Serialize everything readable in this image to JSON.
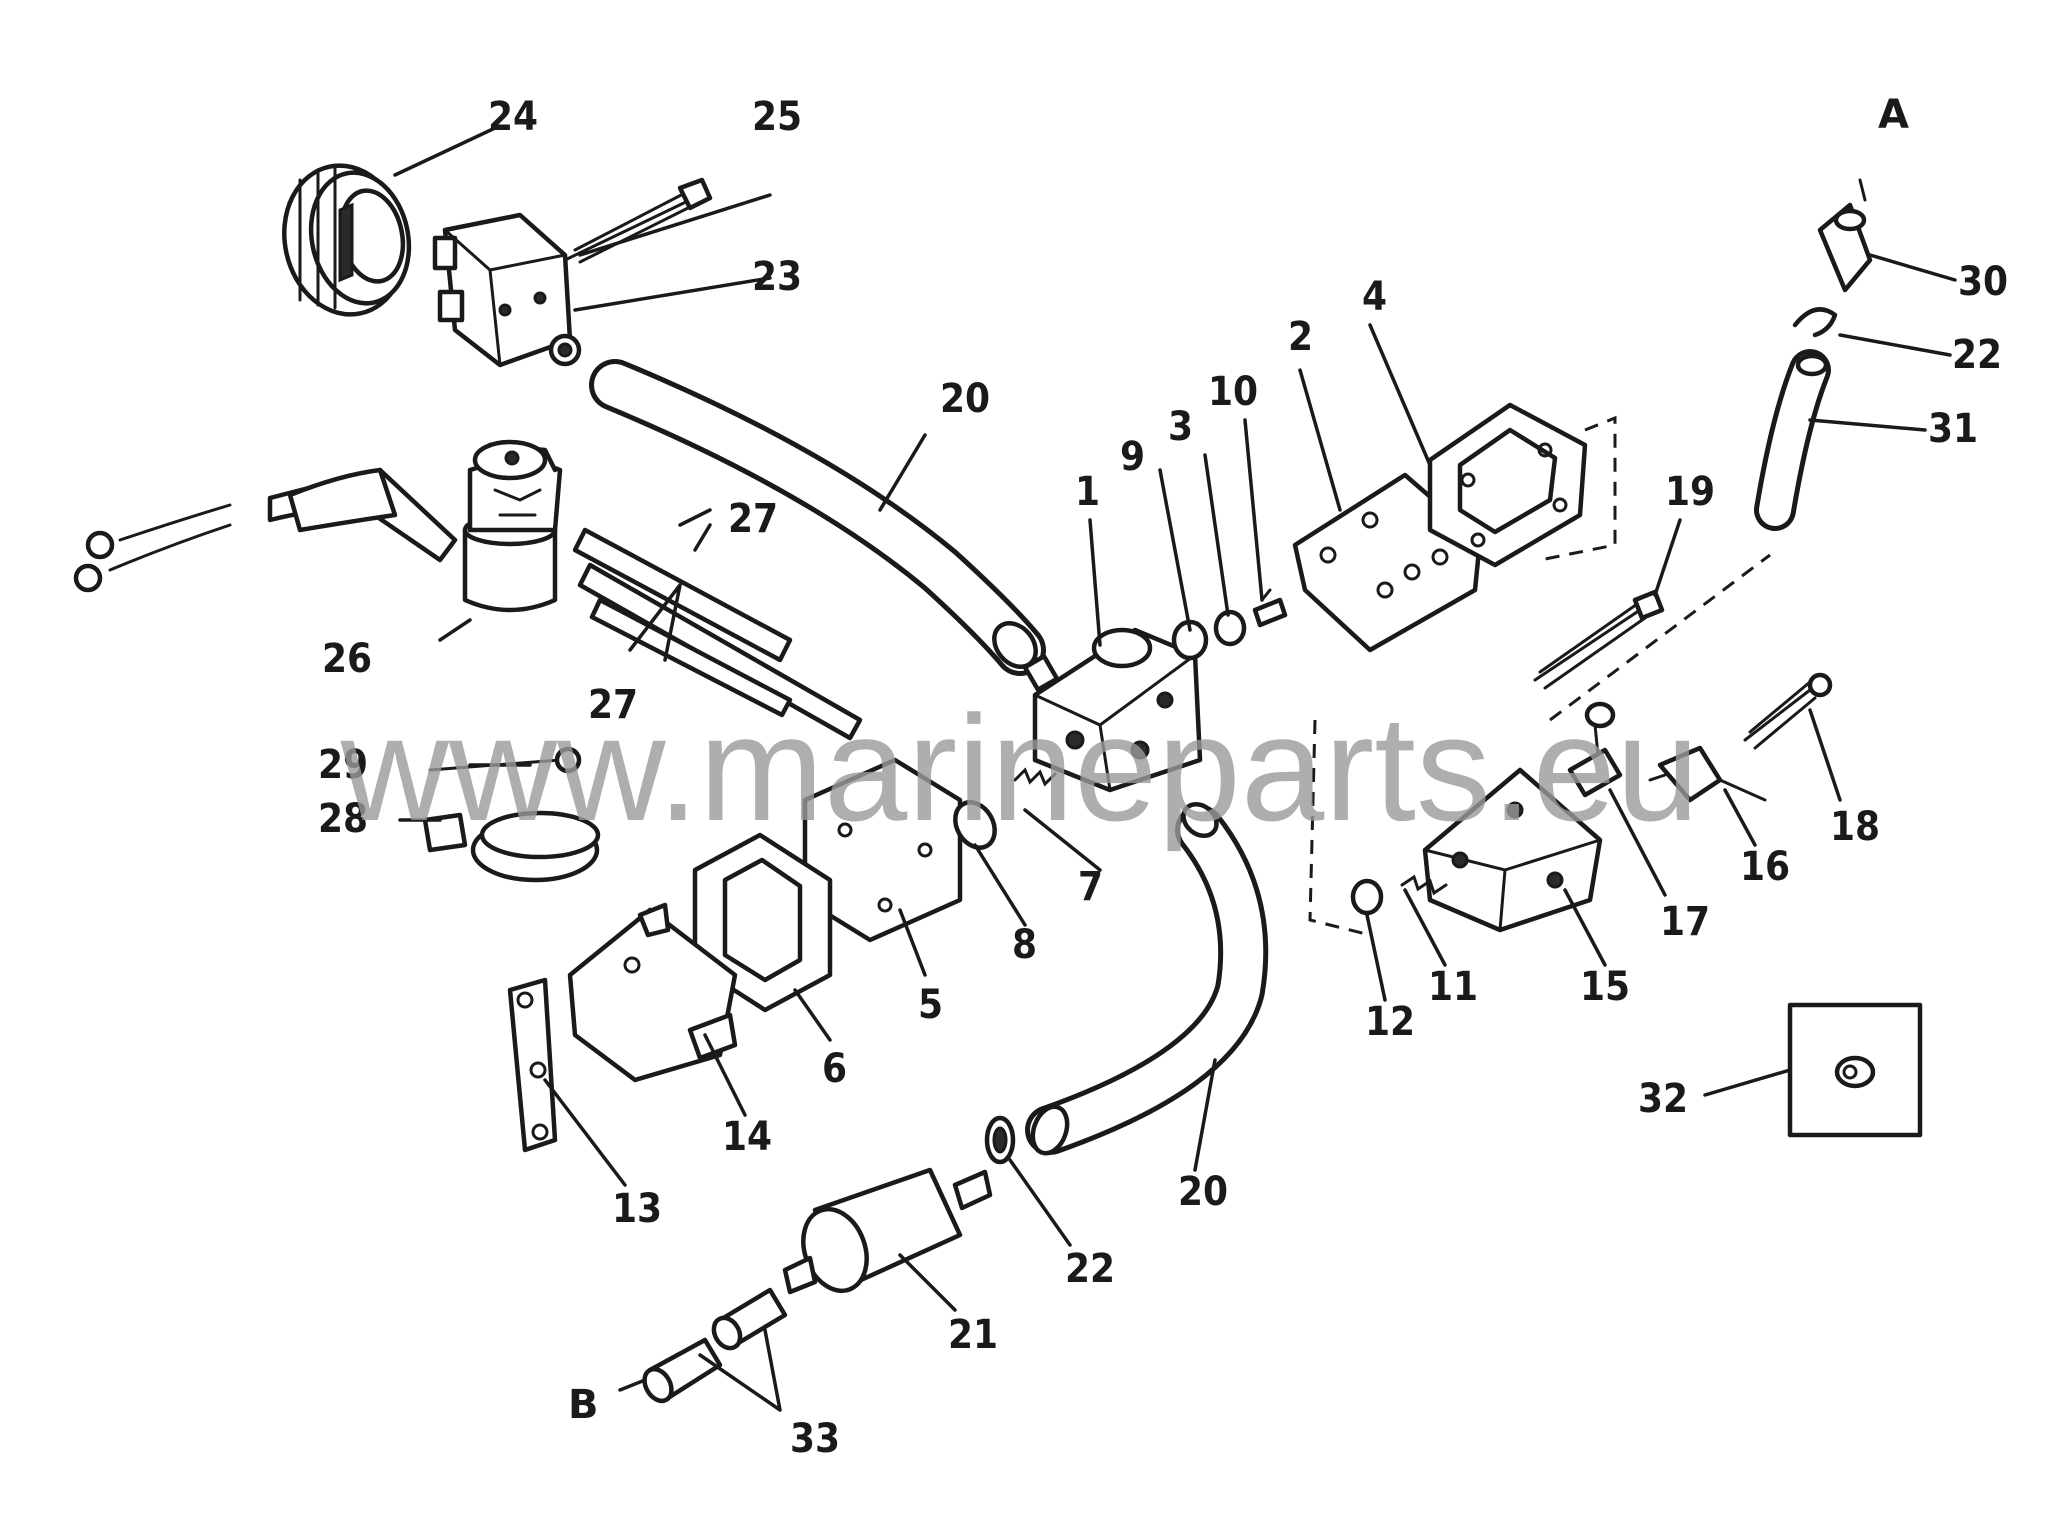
{
  "watermark": "www.marineparts.eu",
  "connection_labels": {
    "a": "A",
    "b": "B"
  },
  "callouts": {
    "c1": "1",
    "c2": "2",
    "c3": "3",
    "c4": "4",
    "c5": "5",
    "c6": "6",
    "c7": "7",
    "c8": "8",
    "c9": "9",
    "c10": "10",
    "c11": "11",
    "c12": "12",
    "c13": "13",
    "c14": "14",
    "c15": "15",
    "c16": "16",
    "c17": "17",
    "c18": "18",
    "c19": "19",
    "c20a": "20",
    "c20b": "20",
    "c21": "21",
    "c22a": "22",
    "c22b": "22",
    "c23": "23",
    "c24": "24",
    "c25": "25",
    "c26": "26",
    "c27a": "27",
    "c27b": "27",
    "c28": "28",
    "c29": "29",
    "c30": "30",
    "c31": "31",
    "c32": "32",
    "c33": "33"
  }
}
